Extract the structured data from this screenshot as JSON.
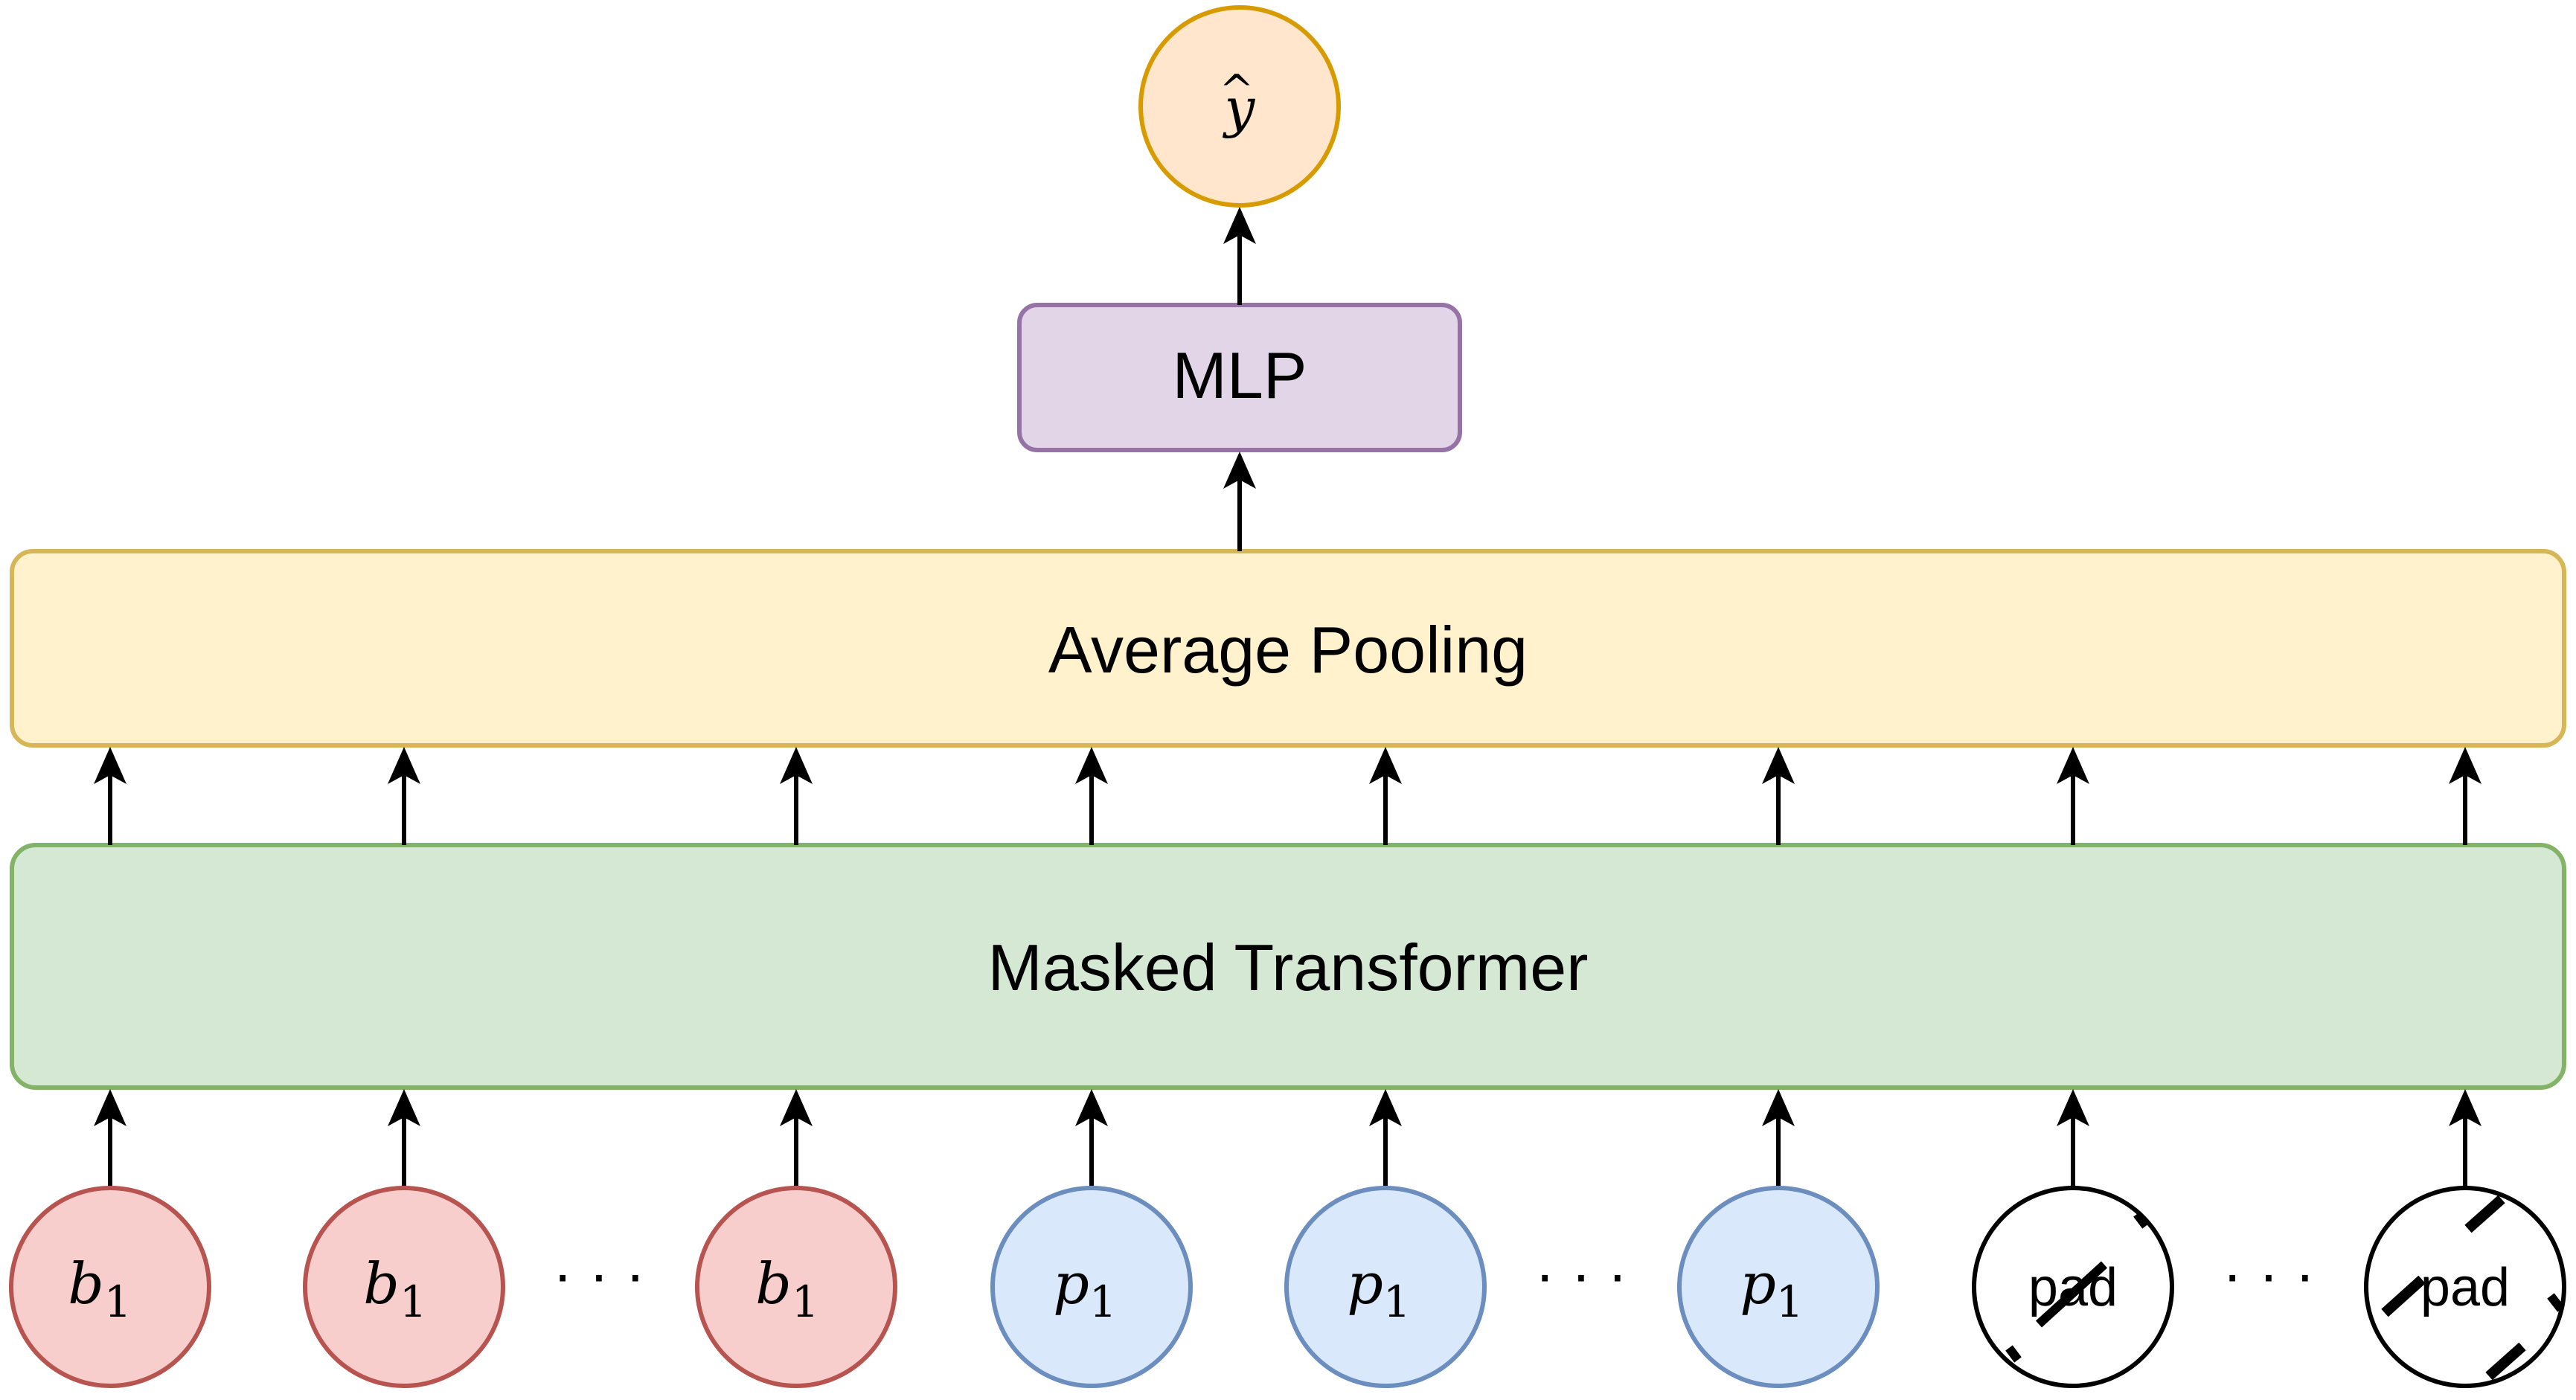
{
  "output": {
    "symbol": "y",
    "hat": "^"
  },
  "mlp": {
    "label": "MLP"
  },
  "pooling": {
    "label": "Average Pooling"
  },
  "transformer": {
    "label": "Masked Transformer"
  },
  "ellipsis": "· · ·",
  "inputs": {
    "b": [
      {
        "base": "b",
        "sub": "1"
      },
      {
        "base": "b",
        "sub": "1"
      },
      {
        "base": "b",
        "sub": "1"
      }
    ],
    "p": [
      {
        "base": "p",
        "sub": "1"
      },
      {
        "base": "p",
        "sub": "1"
      },
      {
        "base": "p",
        "sub": "1"
      }
    ],
    "pad": [
      {
        "label": "pad"
      },
      {
        "label": "pad"
      }
    ]
  },
  "colors": {
    "output_fill": "#FFE6CC",
    "output_stroke": "#D79B00",
    "mlp_fill": "#E1D5E7",
    "mlp_stroke": "#9673A6",
    "pool_fill": "#FFF2CC",
    "pool_stroke": "#D6B656",
    "trans_fill": "#D5E8D4",
    "trans_stroke": "#82B366",
    "b_fill": "#F8CECC",
    "b_stroke": "#B85450",
    "p_fill": "#DAE8FC",
    "p_stroke": "#6C8EBF",
    "pad_fill": "#FFFFFF",
    "pad_stroke": "#000000"
  }
}
